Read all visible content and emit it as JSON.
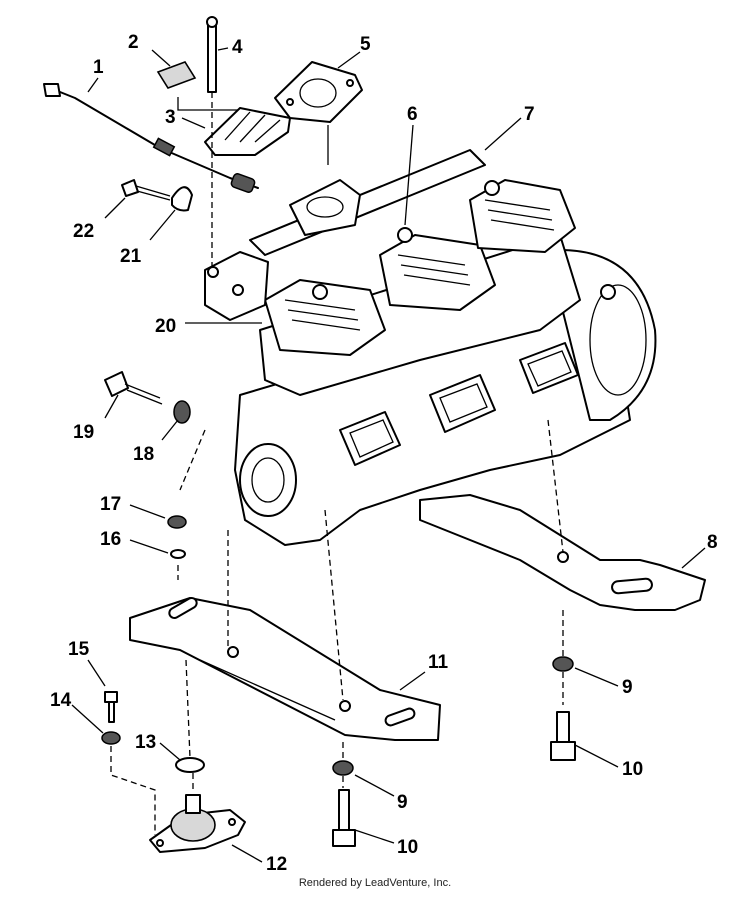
{
  "callouts": [
    "1",
    "2",
    "3",
    "4",
    "5",
    "6",
    "7",
    "8",
    "9",
    "10",
    "11",
    "12",
    "13",
    "14",
    "15",
    "16",
    "17",
    "18",
    "19",
    "20",
    "21",
    "22"
  ],
  "callouts_repeat": {
    "9b": "9",
    "10b": "10"
  },
  "footer": "Rendered by LeadVenture, Inc."
}
